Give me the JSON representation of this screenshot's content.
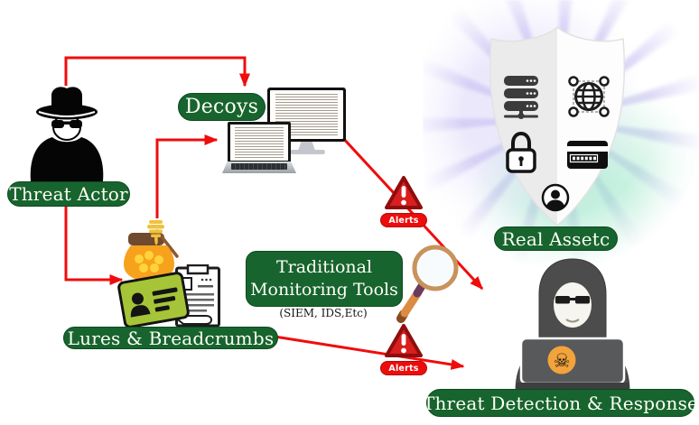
{
  "nodes": {
    "threat_actor": {
      "label": "Threat Actor"
    },
    "decoys": {
      "label": "Decoys"
    },
    "lures_breadcrumbs": {
      "label": "Lures & Breadcrumbs"
    },
    "monitoring_tools": {
      "label_line1": "Traditional",
      "label_line2": "Monitoring Tools",
      "subtitle": "(SIEM, IDS,Etc)"
    },
    "real_assets": {
      "label": "Real Assetc"
    },
    "threat_detection": {
      "label": "Threat Detection & Response"
    }
  },
  "alerts": [
    {
      "label": "Alerts"
    },
    {
      "label": "Alerts"
    }
  ],
  "icons": {
    "threat_actor": "spy-icon",
    "decoys": [
      "desktop-monitor-icon",
      "laptop-icon"
    ],
    "lures_breadcrumbs": [
      "honeypot-icon",
      "id-card-icon",
      "document-pen-icon"
    ],
    "monitoring_tools": "magnifier-icon",
    "alerts": "warning-triangle-icon",
    "real_assets": [
      "shield-icon",
      "server-icon",
      "globe-network-icon",
      "padlock-icon",
      "credit-card-icon",
      "user-circle-icon"
    ],
    "threat_detection": [
      "hacker-icon",
      "skull-crossbones-icon"
    ]
  },
  "arrows": [
    {
      "from": "threat_actor",
      "to": "decoys"
    },
    {
      "from": "threat_actor",
      "to": "lures_breadcrumbs"
    },
    {
      "from": "lures_breadcrumbs",
      "to": "decoys"
    },
    {
      "from": "decoys",
      "to": "threat_detection",
      "through": "alerts"
    },
    {
      "from": "lures_breadcrumbs",
      "to": "threat_detection",
      "through": "alerts"
    }
  ],
  "colors": {
    "label_green": "#17642F",
    "arrow_red": "#F00C0C",
    "alert_triangle_red": "#D81E1E",
    "alert_pill_red": "#EC0D0D",
    "honey_orange": "#F6A21D",
    "card_green": "#A6C437",
    "skull_badge_orange": "#F2A33C",
    "hacker_gray": "#4C4C4C"
  }
}
